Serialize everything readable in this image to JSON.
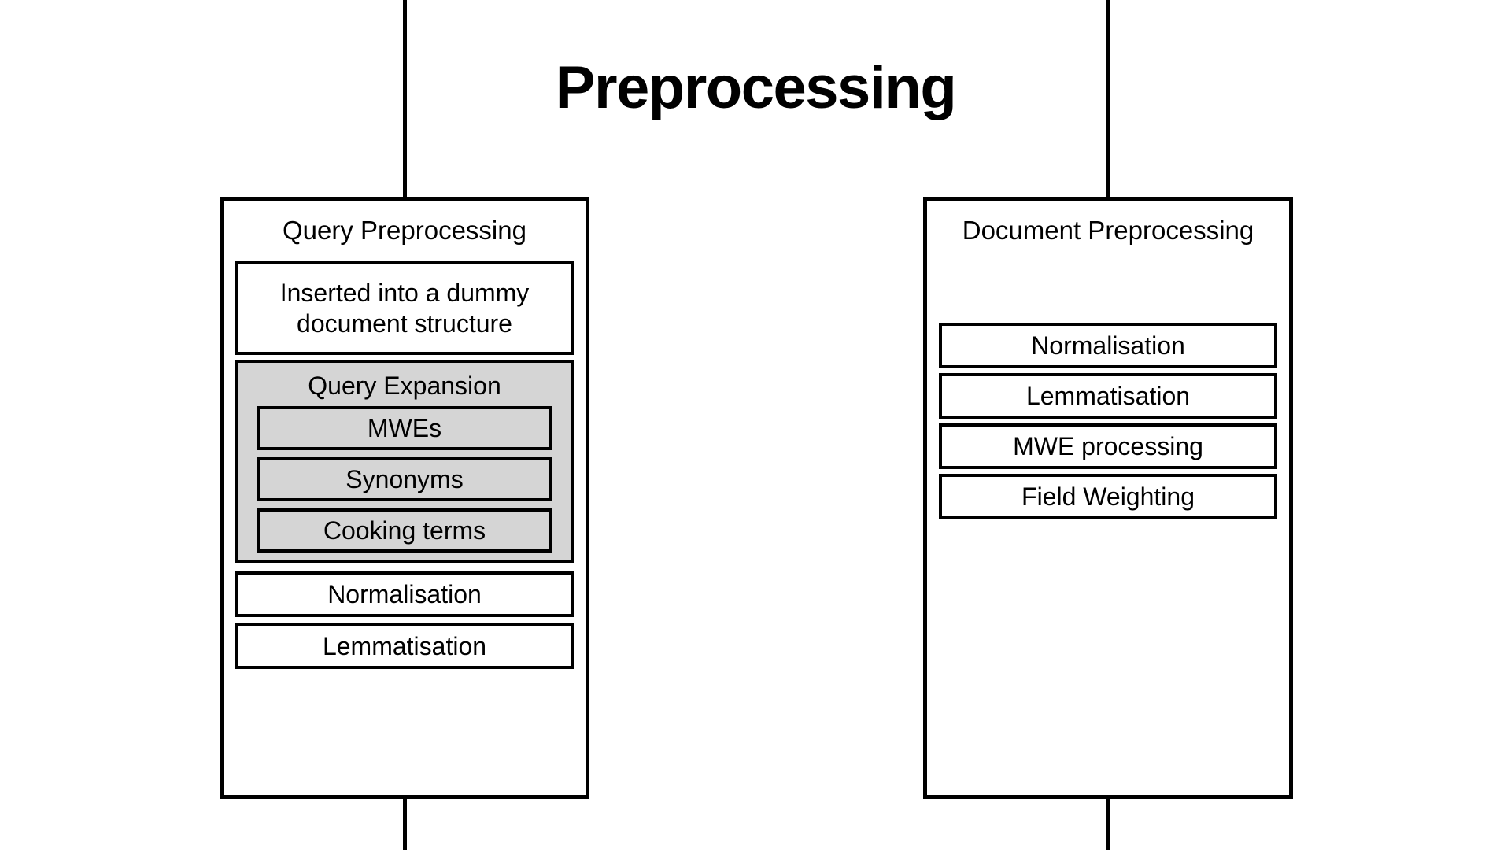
{
  "diagram": {
    "title": "Preprocessing",
    "background_color": "#ffffff",
    "line_color": "#000000",
    "highlight_color": "#d5d5d5",
    "columns": [
      {
        "id": "query-preprocessing",
        "title": "Query Preprocessing",
        "steps": [
          {
            "id": "dummy-structure",
            "label": "Inserted into a dummy document structure",
            "shaded": false
          }
        ],
        "group": {
          "id": "query-expansion",
          "title": "Query Expansion",
          "shaded": true,
          "items": [
            {
              "id": "mwes",
              "label": "MWEs"
            },
            {
              "id": "synonyms",
              "label": "Synonyms"
            },
            {
              "id": "cooking-terms",
              "label": "Cooking terms"
            }
          ]
        },
        "tail_steps": [
          {
            "id": "normalisation",
            "label": "Normalisation"
          },
          {
            "id": "lemmatisation",
            "label": "Lemmatisation"
          }
        ]
      },
      {
        "id": "document-preprocessing",
        "title": "Document Preprocessing",
        "steps": [
          {
            "id": "normalisation",
            "label": "Normalisation"
          },
          {
            "id": "lemmatisation",
            "label": "Lemmatisation"
          },
          {
            "id": "mwe-processing",
            "label": "MWE processing"
          },
          {
            "id": "field-weighting",
            "label": "Field Weighting"
          }
        ]
      }
    ]
  }
}
